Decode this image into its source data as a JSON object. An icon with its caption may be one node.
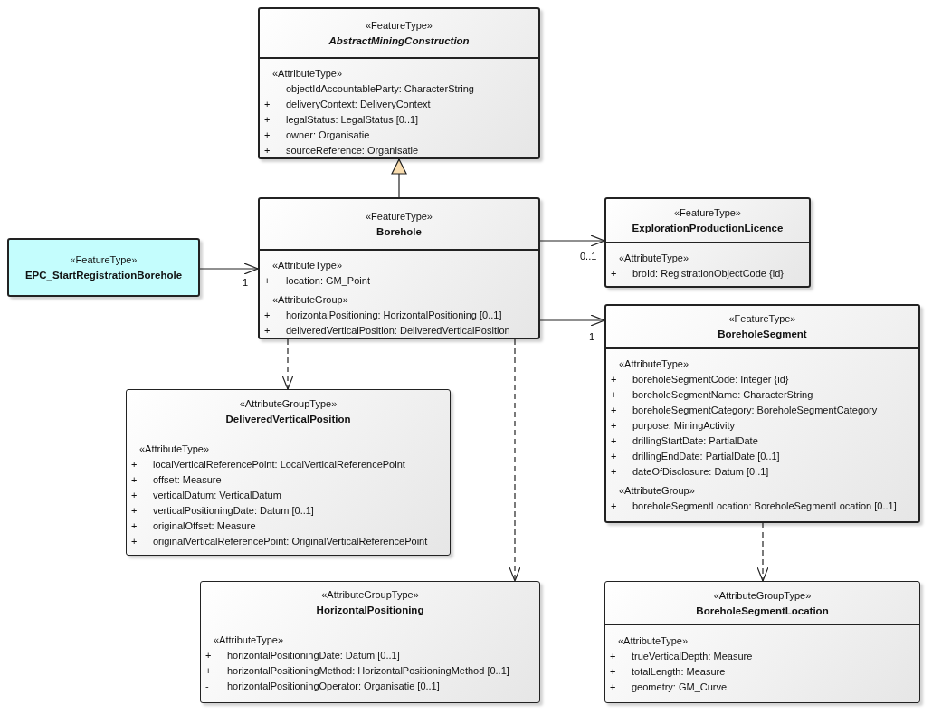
{
  "diagram": {
    "nodes": [
      {
        "text": [
          "«FeatureType»",
          "AbstractMiningConstruction",
          "«AttributeType»",
          "- objectIdAccountableParty: CharacterString",
          "+ deliveryContext: DeliveryContext",
          "+ legalStatus: LegalStatus [0..1]",
          "+ owner: Organisatie",
          "+ sourceReference: Organisatie"
        ]
      },
      {
        "text": [
          "«FeatureType»",
          "EPC_StartRegistrationBorehole"
        ]
      },
      {
        "text": [
          "«FeatureType»",
          "Borehole",
          "«AttributeType»",
          "+ location: GM_Point",
          "«AttributeGroup»",
          "+ horizontalPositioning: HorizontalPositioning [0..1]",
          "+ deliveredVerticalPosition: DeliveredVerticalPosition"
        ]
      },
      {
        "text": [
          "«FeatureType»",
          "ExplorationProductionLicence",
          "«AttributeType»",
          "+ broId: RegistrationObjectCode {id}"
        ]
      },
      {
        "text": [
          "«FeatureType»",
          "BoreholeSegment",
          "«AttributeType»",
          "+ boreholeSegmentCode: Integer {id}",
          "+ boreholeSegmentName: CharacterString",
          "+ boreholeSegmentCategory: BoreholeSegmentCategory",
          "+ purpose: MiningActivity",
          "+ drillingStartDate: PartialDate",
          "+ drillingEndDate: PartialDate [0..1]",
          "+ dateOfDisclosure: Datum [0..1]",
          "«AttributeGroup»",
          "+ boreholeSegmentLocation: BoreholeSegmentLocation [0..1]"
        ]
      },
      {
        "text": [
          "«AttributeGroupType»",
          "DeliveredVerticalPosition",
          "«AttributeType»",
          "+ localVerticalReferencePoint: LocalVerticalReferencePoint",
          "+ offset: Measure",
          "+ verticalDatum: VerticalDatum",
          "+ verticalPositioningDate: Datum [0..1]",
          "+ originalOffset: Measure",
          "+ originalVerticalReferencePoint: OriginalVerticalReferencePoint"
        ]
      },
      {
        "text": [
          "«AttributeGroupType»",
          "HorizontalPositioning",
          "«AttributeType»",
          "+ horizontalPositioningDate: Datum [0..1]",
          "+ horizontalPositioningMethod: HorizontalPositioningMethod [0..1]",
          "- horizontalPositioningOperator: Organisatie [0..1]"
        ]
      },
      {
        "text": [
          "«AttributeGroupType»",
          "BoreholeSegmentLocation",
          "«AttributeType»",
          "+ trueVerticalDepth: Measure",
          "+ totalLength: Measure",
          "+ geometry: GM_Curve"
        ]
      }
    ],
    "edges": [
      {
        "from": 2,
        "to": 0,
        "arrow": "to"
      },
      {
        "from": 1,
        "to": 2,
        "arrow": "to",
        "label": "1"
      },
      {
        "from": 2,
        "to": 3,
        "arrow": "to",
        "label": "0..1"
      },
      {
        "from": 2,
        "to": 4,
        "arrow": "to",
        "label": "1"
      },
      {
        "from": 2,
        "to": 5,
        "arrow": "to",
        "style": "dashed"
      },
      {
        "from": 2,
        "to": 6,
        "arrow": "to",
        "style": "dashed"
      },
      {
        "from": 4,
        "to": 7,
        "arrow": "to",
        "style": "dashed"
      }
    ]
  }
}
